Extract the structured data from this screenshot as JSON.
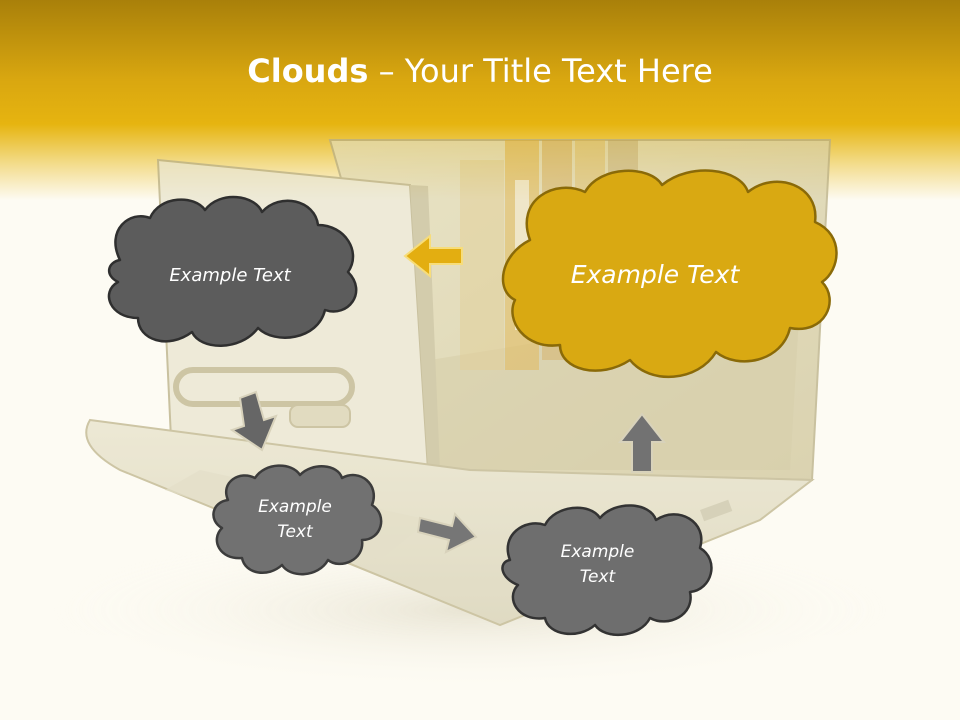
{
  "title": {
    "bold": "Clouds",
    "separator": " – ",
    "rest": "Your Title Text Here"
  },
  "clouds": [
    {
      "label_lines": [
        "Example Text"
      ],
      "color": "#5c5c5c"
    },
    {
      "label_lines": [
        "Example Text"
      ],
      "color": "#d9a912"
    },
    {
      "label_lines": [
        "Example",
        "Text"
      ],
      "color": "#717171"
    },
    {
      "label_lines": [
        "Example",
        "Text"
      ],
      "color": "#6e6e6e"
    }
  ],
  "colors": {
    "accent": "#e3ae11",
    "header": "#cf9d0e",
    "arrow_gray": "#666666",
    "background": "#fdfbf3"
  },
  "icons": [
    "arrow-left-icon",
    "arrow-down-icon",
    "arrow-right-icon",
    "arrow-up-icon"
  ]
}
